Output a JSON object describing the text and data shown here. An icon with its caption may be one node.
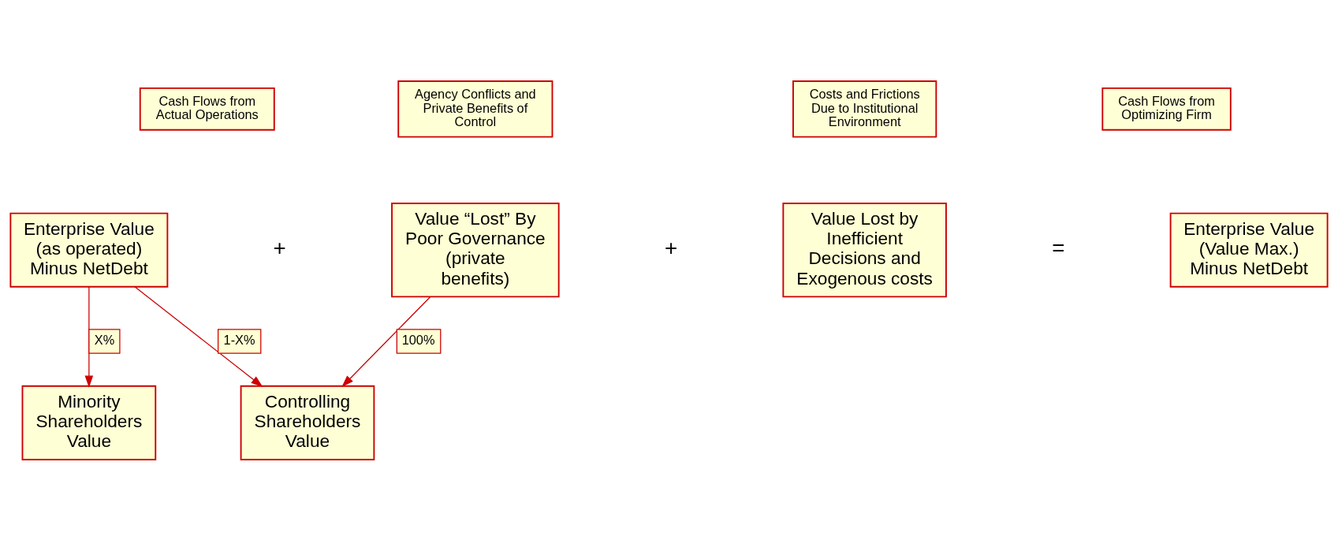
{
  "diagram": {
    "nodes": [
      {
        "text": [
          "Cash Flows from Actual Operations"
        ]
      },
      {
        "text": [
          "Agency Conflicts and Private Benefits of Control"
        ]
      },
      {
        "text": [
          "Costs and Frictions Due to Institutional Environment"
        ]
      },
      {
        "text": [
          "Cash Flows from Optimizing Firm"
        ]
      },
      {
        "text": [
          "Enterprise Value (as operated) Minus NetDebt"
        ]
      },
      {
        "text": [
          "Value “Lost” By Poor Governance (private benefits)"
        ]
      },
      {
        "text": [
          "Value Lost by Inefficient Decisions and Exogenous costs"
        ]
      },
      {
        "text": [
          "Enterprise Value (Value Max.) Minus NetDebt"
        ]
      },
      {
        "text": [
          "Minority Shareholders Value"
        ]
      },
      {
        "text": [
          "Controlling Shareholders Value"
        ]
      }
    ],
    "edges": [
      {
        "from": 4,
        "to": 8,
        "arrow": "to",
        "label": "X%"
      },
      {
        "from": 4,
        "to": 9,
        "arrow": "to",
        "label": "1-X%"
      },
      {
        "from": 5,
        "to": 9,
        "arrow": "to",
        "label": "100%"
      }
    ],
    "labels": [
      "+",
      "+",
      "="
    ]
  }
}
